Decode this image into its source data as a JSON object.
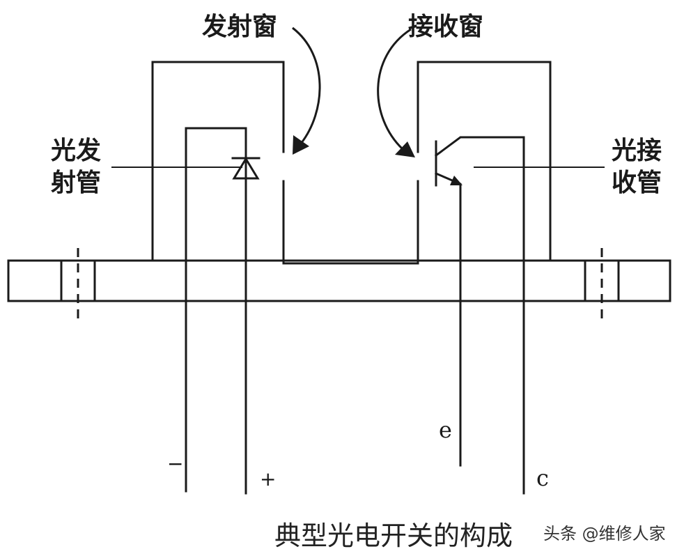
{
  "labels": {
    "emit_window": "发射窗",
    "receive_window": "接收窗",
    "emitter_line1": "光发",
    "emitter_line2": "射管",
    "receiver_line1": "光接",
    "receiver_line2": "收管"
  },
  "pins": {
    "minus": "−",
    "plus": "+",
    "emitter": "e",
    "collector": "c"
  },
  "caption": "典型光电开关的构成",
  "watermark": "头条 @维修人家"
}
